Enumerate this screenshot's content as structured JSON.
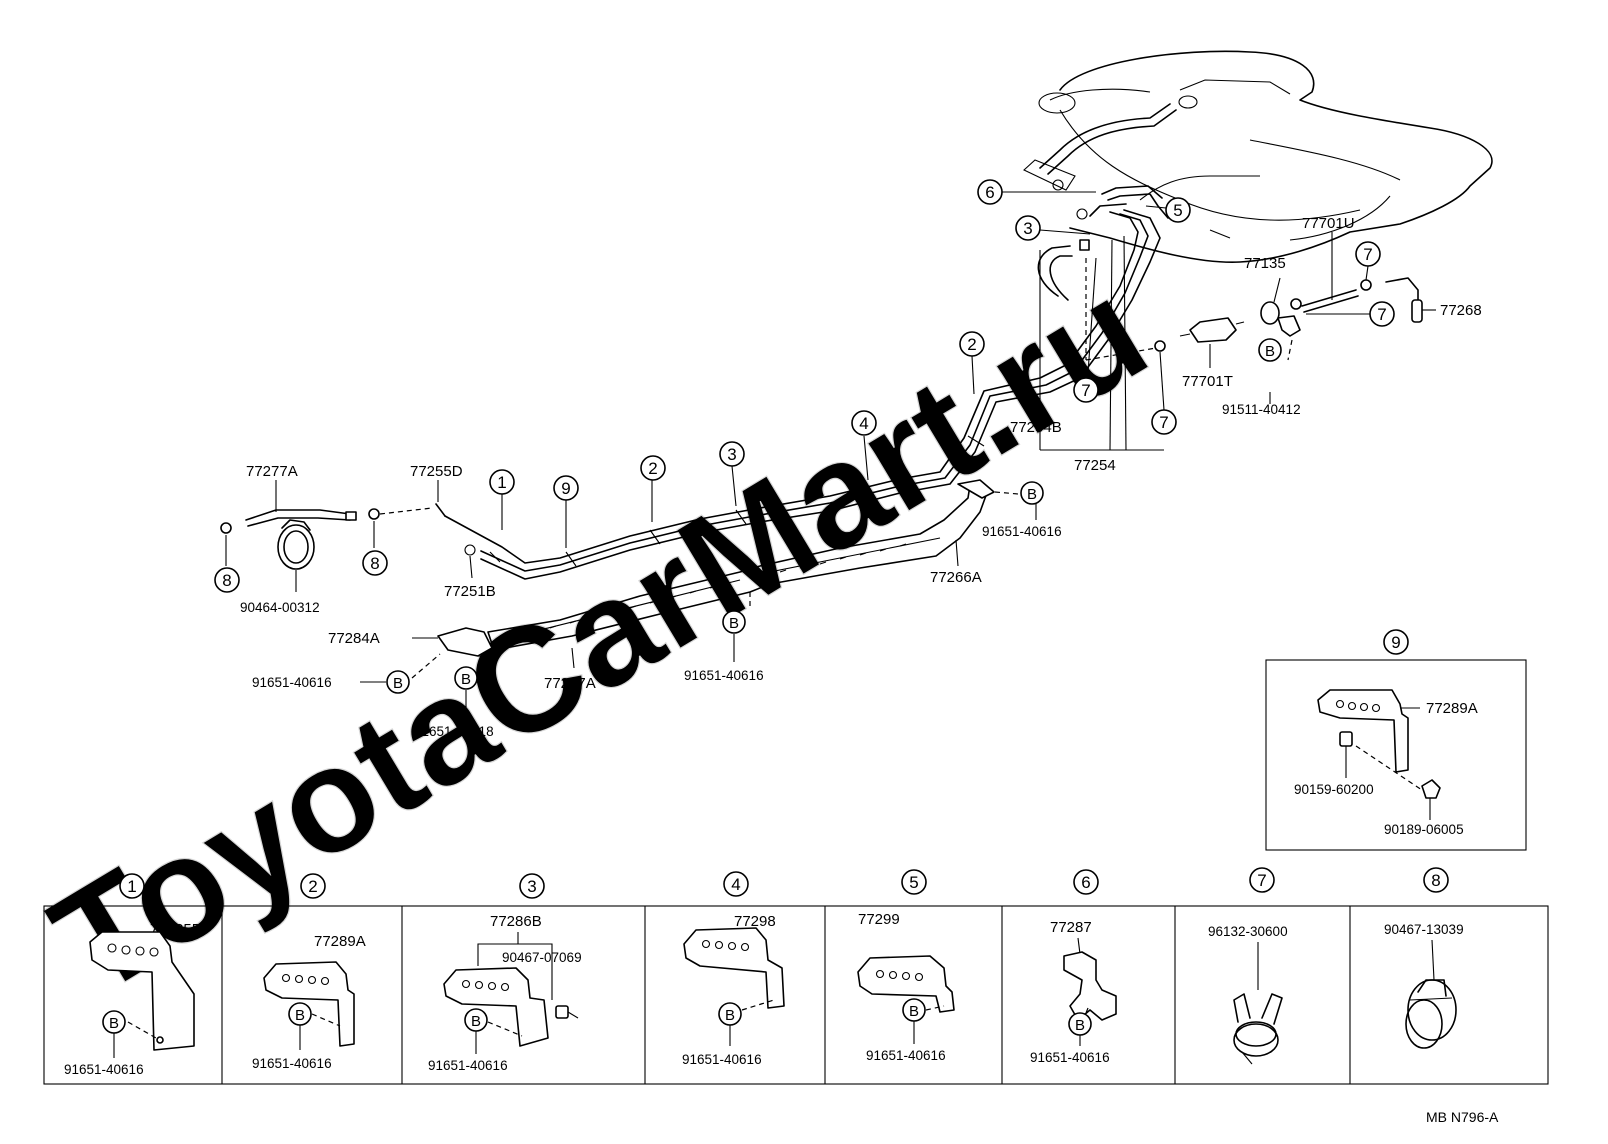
{
  "watermark": "ToyotaCarMart.ru",
  "drawing_code": "MB  N796-A",
  "callouts": {
    "c1": "1",
    "c2": "2",
    "c3": "3",
    "c4": "4",
    "c5": "5",
    "c6": "6",
    "c7": "7",
    "c8": "8",
    "c9": "9",
    "bolt": "B"
  },
  "labels": {
    "p77277A": "77277A",
    "p77255D": "77255D",
    "p90464": "90464-00312",
    "p77251B": "77251B",
    "p77284A": "77284A",
    "p91651_a": "91651-40616",
    "p91651_40618": "91651-40618",
    "p77267A": "77267A",
    "p91651_b": "91651-40616",
    "p91651_c": "91651-40616",
    "p77266A": "77266A",
    "p77254B": "77254B",
    "p77254": "77254",
    "p77701T": "77701T",
    "p91511": "91511-40412",
    "p77701U": "77701U",
    "p77135": "77135",
    "p77268": "77268"
  },
  "inset9": {
    "callout": "9",
    "part": "77289A",
    "bolt": "90159-60200",
    "nut": "90189-06005"
  },
  "details": [
    {
      "callout": "1",
      "part": "77285B",
      "bolt": "91651-40616"
    },
    {
      "callout": "2",
      "part": "77289A",
      "bolt": "91651-40616"
    },
    {
      "callout": "3",
      "part": "77286B",
      "extra": "90467-07069",
      "bolt": "91651-40616"
    },
    {
      "callout": "4",
      "part": "77298",
      "bolt": "91651-40616"
    },
    {
      "callout": "5",
      "part": "77299",
      "bolt": "91651-40616"
    },
    {
      "callout": "6",
      "part": "77287",
      "bolt": "91651-40616"
    },
    {
      "callout": "7",
      "part": "96132-30600"
    },
    {
      "callout": "8",
      "part": "90467-13039"
    }
  ]
}
